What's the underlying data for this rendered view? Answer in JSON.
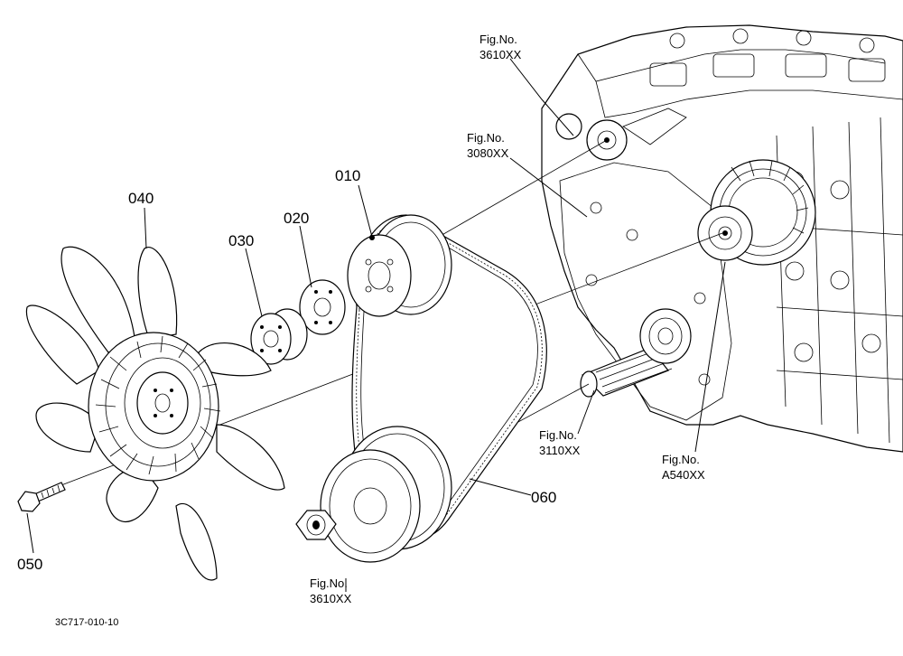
{
  "callouts": {
    "p010": "010",
    "p020": "020",
    "p030": "030",
    "p040": "040",
    "p050": "050",
    "p060": "060"
  },
  "refs": {
    "r1_label": "Fig.No.",
    "r1_num": "3610XX",
    "r2_label": "Fig.No.",
    "r2_num": "3080XX",
    "r3_label": "Fig.No.",
    "r3_num": "3110XX",
    "r4_label": "Fig.No.",
    "r4_num": "A540XX",
    "r5_label": "Fig.No.",
    "r5_num": "3610XX"
  },
  "drawing_code": "3C717-010-10"
}
